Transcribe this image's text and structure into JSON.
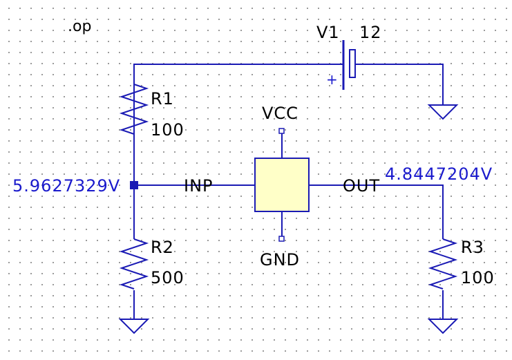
{
  "directive": ".op",
  "colors": {
    "wire": "#1a1ab4",
    "grid_dot": "#9a9a9a",
    "component_fill": "#ffffc8",
    "voltage_label": "#1a1acc",
    "text": "#000000"
  },
  "components": {
    "v1": {
      "name": "V1",
      "value": "12",
      "symbol": "battery-icon",
      "plus": "+"
    },
    "r1": {
      "name": "R1",
      "value": "100"
    },
    "r2": {
      "name": "R2",
      "value": "500"
    },
    "r3": {
      "name": "R3",
      "value": "100"
    },
    "block": {
      "vcc": "VCC",
      "gnd": "GND"
    }
  },
  "nets": {
    "inp": {
      "label": "INP",
      "voltage": "5.9627329V"
    },
    "out": {
      "label": "OUT",
      "voltage": "4.8447204V"
    }
  },
  "grounds": [
    "ground-icon",
    "ground-icon",
    "ground-icon"
  ]
}
